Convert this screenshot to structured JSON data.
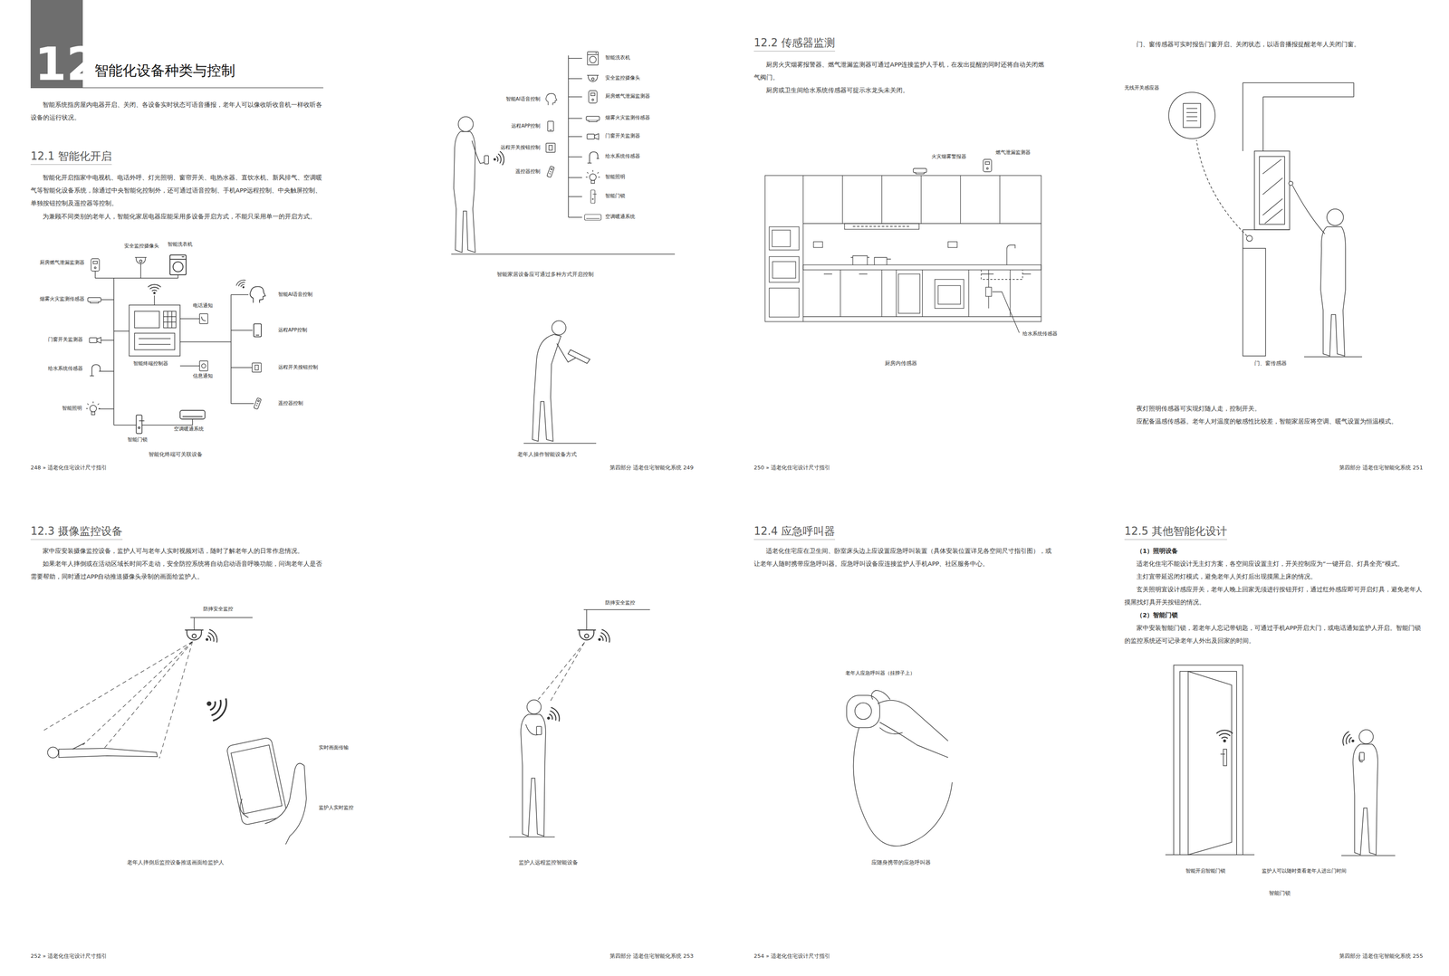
{
  "diagram": {
    "title": "智能化设备种类与控制",
    "labels": [
      "12",
      "智能系统指房屋内电器开启、关闭、各设备实时状态可语音播报，老年人可以像收听收音机一样收听各设备的运行状况。",
      "12.1 智能化开启",
      "智能化开启指家中电视机、电话外呼、灯光照明、窗帘开关、电热水器、直饮水机、新风排气、空调暖气等智能化设备系统，除通过中央智能化控制外，还可通过语音控制、手机APP远程控制、中央触屏控制、单独按钮控制及遥控器等控制。",
      "为兼顾不同类别的老年人，智能化家居电器应能采用多设备开启方式，不能只采用单一的开启方式。",
      "厨房燃气泄漏监测器",
      "安全监控摄像头",
      "智能洗衣机",
      "烟雾火灾监测传感器",
      "门窗开关监测器",
      "给水系统传感器",
      "智能照明",
      "智能门锁",
      "空调暖通系统",
      "电话通知",
      "智能终端控制器",
      "信息通知",
      "智能AI语音控制",
      "远程APP控制",
      "远程开关按钮控制",
      "遥控器控制",
      "智能化终端可关联设备",
      "248 » 适老化住宅设计尺寸指引",
      "智能AI语音控制",
      "远程APP控制",
      "远程开关按钮控制",
      "遥控器控制",
      "智能洗衣机",
      "安全监控摄像头",
      "厨房燃气泄漏监测器",
      "烟雾火灾监测传感器",
      "门窗开关监测器",
      "给水系统传感器",
      "智能照明",
      "智能门锁",
      "空调暖通系统",
      "智能家居设备应可通过多种方式开启控制",
      "老年人操作智能设备方式",
      "第四部分 适老住宅智能化系统 249",
      "12.2 传感器监测",
      "厨房火灾烟雾报警器、燃气泄漏监测器可通过APP连接监护人手机，在发出提醒的同时还将自动关闭燃气阀门。",
      "厨房或卫生间给水系统传感器可提示水龙头未关闭。",
      "火灾烟雾警报器",
      "燃气泄漏监测器",
      "给水系统传感器",
      "厨房内传感器",
      "250 » 适老化住宅设计尺寸指引",
      "门、窗传感器可实时报告门窗开启、关闭状态，以语音播报提醒老年人关闭门窗。",
      "无线开关感应器",
      "门、窗传感器",
      "夜灯照明传感器可实现灯随人走，控制开关。",
      "应配备温感传感器。老年人对温度的敏感性比较差，智能家居应将空调、暖气设置为恒温模式。",
      "第四部分 适老住宅智能化系统 251",
      "12.3 摄像监控设备",
      "家中应安装摄像监控设备，监护人可与老年人实时视频对话，随时了解老年人的日常作息情况。",
      "如果老年人摔倒或在活动区域长时间不走动，安全防控系统将自动启动语音呼唤功能，问询老年人是否需要帮助，同时通过APP自动推送摄像头录制的画面给监护人。",
      "防摔安全监控",
      "实时画面传输",
      "监护人实时监控",
      "老年人摔倒后监控设备推送画面给监护人",
      "252 » 适老化住宅设计尺寸指引",
      "防摔安全监控",
      "监护人远程监控智能设备",
      "第四部分 适老住宅智能化系统 253",
      "12.4 应急呼叫器",
      "适老化住宅应在卫生间、卧室床头边上应设置应急呼叫装置（具体安装位置详见各空间尺寸指引图），或让老年人随时携带应急呼叫器。应急呼叫设备应连接监护人手机APP、社区服务中心。",
      "老年人应急呼叫器（挂脖子上）",
      "应随身携带的应急呼叫器",
      "254 » 适老化住宅设计尺寸指引",
      "12.5 其他智能化设计",
      "（1）照明设备",
      "适老化住宅不能设计无主灯方案，各空间应设置主灯，开关控制应为“一键开启、灯具全亮”模式。",
      "主灯宜带延迟闭灯模式，避免老年人关灯后出现摸黑上床的情况。",
      "玄关照明宜设计感应开关，老年人晚上回家无须进行按钮开灯，通过红外感应即可开启灯具，避免老年人摸黑找灯具开关按钮的情况。",
      "（2）智能门锁",
      "家中安装智能门锁，若老年人忘记带钥匙，可通过手机APP开启大门，或电话通知监护人开启。智能门锁的监控系统还可记录老年人外出及回家的时间。",
      "智能开启智能门锁",
      "监护人可以随时查看老年人进出门时间",
      "智能门锁",
      "第四部分 适老住宅智能化系统 255"
    ]
  }
}
